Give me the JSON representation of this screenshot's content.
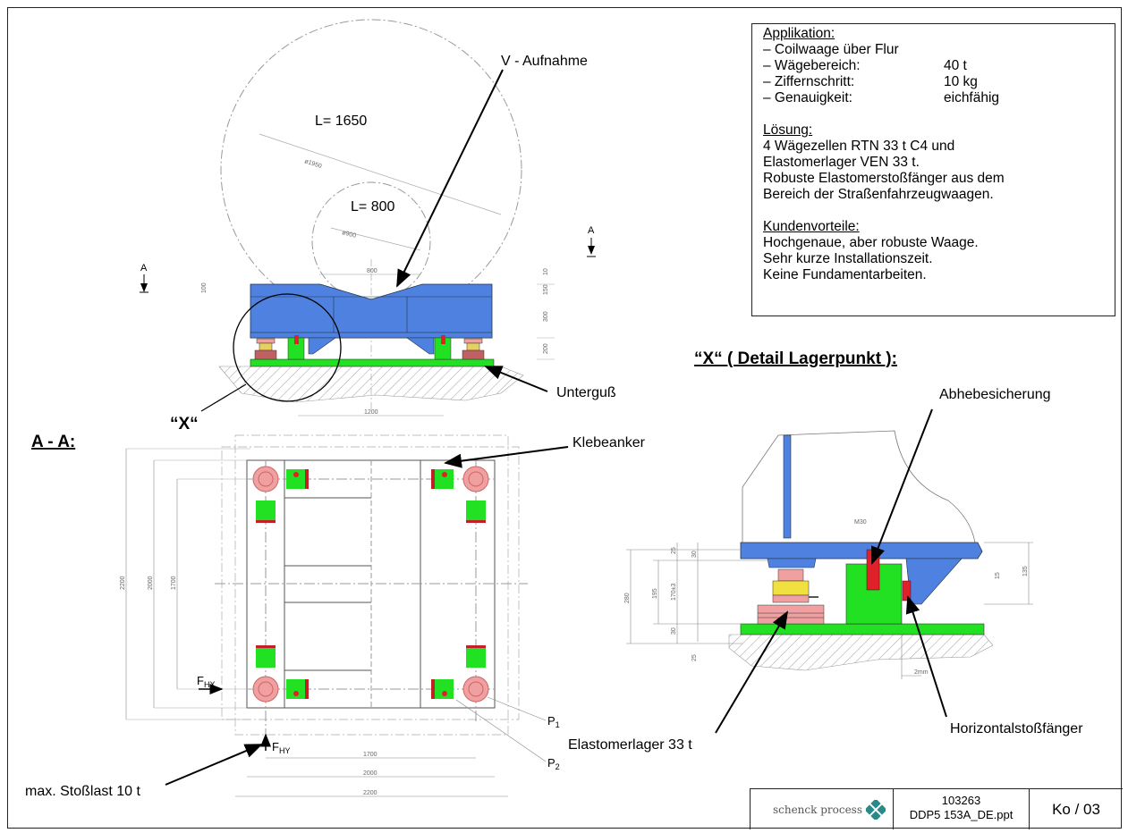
{
  "info": {
    "application_heading": "Applikation:",
    "application_items": [
      {
        "label": "– Coilwaage über Flur",
        "value": ""
      },
      {
        "label": "– Wägebereich:",
        "value": "40 t"
      },
      {
        "label": "– Ziffernschritt:",
        "value": "10 kg"
      },
      {
        "label": "– Genauigkeit:",
        "value": "eichfähig"
      }
    ],
    "solution_heading": "Lösung:",
    "solution_lines": [
      "4 Wägezellen RTN 33 t C4 und",
      "Elastomerlager VEN 33 t.",
      "Robuste Elastomerstoßfänger aus dem",
      "Bereich der Straßenfahrzeugwaagen."
    ],
    "benefits_heading": "Kundenvorteile:",
    "benefits_lines": [
      "Hochgenaue, aber robuste Waage.",
      "Sehr kurze Installationszeit.",
      "Keine Fundamentarbeiten."
    ]
  },
  "title_block": {
    "logo_text": "schenck process",
    "doc_number": "103263",
    "file_name": "DDP5 153A_DE.ppt",
    "page": "Ko / 03"
  },
  "side_view": {
    "label_v": "V - Aufnahme",
    "label_l1650": "L= 1650",
    "label_l800": "L= 800",
    "label_unterguss": "Unterguß",
    "label_x": "“X“",
    "section_mark": "A",
    "dims": {
      "d1950": "ø1950",
      "d900": "ø900",
      "w800": "800",
      "w1200": "1200",
      "h100": "100",
      "h10": "10",
      "h150": "150",
      "h300": "300",
      "h200": "200"
    }
  },
  "plan_view": {
    "heading": "A - A:",
    "label_klebeanker": "Klebeanker",
    "label_stosslast": "max. Stoßlast 10 t",
    "label_fhx": "F",
    "sub_fhx": "HX",
    "label_fhy": "F",
    "sub_fhy": "HY",
    "label_p1": "P",
    "sub_p1": "1",
    "label_p2": "P",
    "sub_p2": "2",
    "dims": {
      "v2200": "2200",
      "v2000": "2000",
      "v1700": "1700",
      "h1700": "1700",
      "h2000": "2000",
      "h2200": "2200"
    }
  },
  "detail": {
    "heading": "“X“ ( Detail Lagerpunkt ):",
    "label_abhebe": "Abhebesicherung",
    "label_elastomer": "Elastomerlager 33 t",
    "label_horizontal": "Horizontalstoßfänger",
    "dims": {
      "m30": "M30",
      "d280": "280",
      "d195": "195",
      "d170": "170±3",
      "d25a": "25",
      "d30a": "30",
      "d30b": "30",
      "d25b": "25",
      "d15": "15",
      "d135": "135",
      "d2mm": "2mm"
    }
  },
  "colors": {
    "beam": "#4f82e0",
    "green": "#22e022",
    "pink": "#f0a0a0",
    "red": "#e0202a",
    "yellow": "#f0e040"
  }
}
